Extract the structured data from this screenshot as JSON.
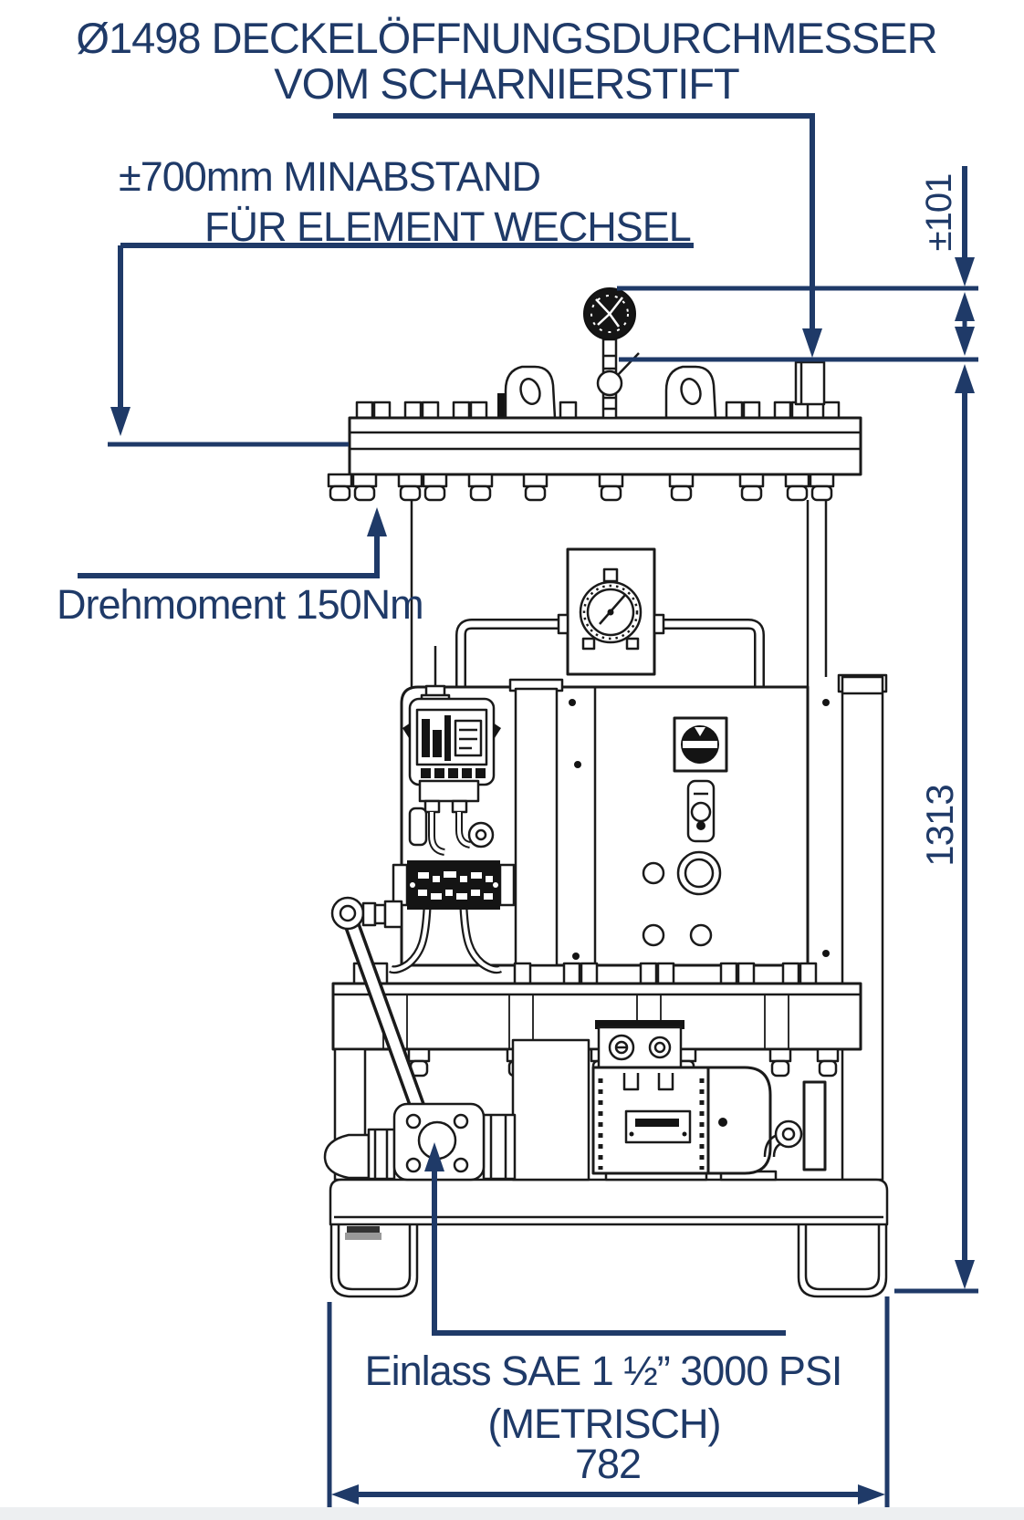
{
  "drawing": {
    "type": "technical-dimension-drawing",
    "language": "de",
    "title": {
      "line1": "Ø1498 DECKELÖFFNUNGSDURCHMESSER",
      "line2": "VOM SCHARNIERSTIFT"
    },
    "clearance_note": {
      "line1": "±700mm MINABSTAND",
      "line2": "FÜR ELEMENT WECHSEL"
    },
    "torque_note": "Drehmoment 150Nm",
    "inlet_note": {
      "line1": "Einlass SAE 1 ½” 3000 PSI",
      "line2": "(METRISCH)"
    },
    "dimensions": {
      "gauge_protrusion": "±101",
      "overall_height": "1313",
      "base_width": "782"
    },
    "colors": {
      "annotation": "#1f3a68",
      "linework": "#1a1a1a",
      "background": "#ffffff",
      "footer_strip": "#edeff1"
    }
  }
}
